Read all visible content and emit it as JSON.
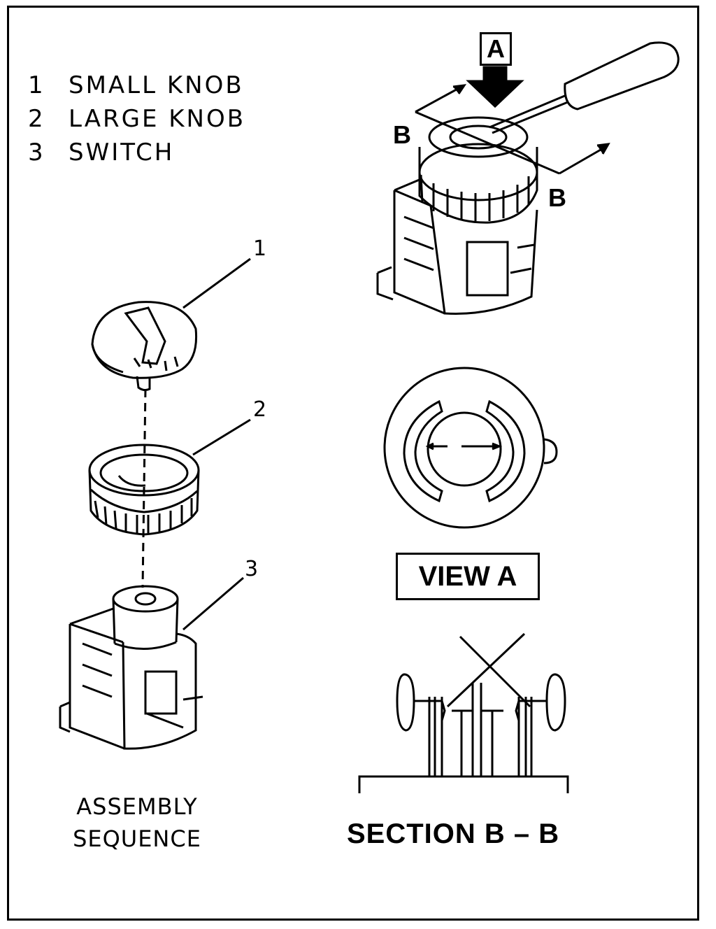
{
  "legend": {
    "items": [
      {
        "num": "1",
        "label": "SMALL KNOB"
      },
      {
        "num": "2",
        "label": "LARGE KNOB"
      },
      {
        "num": "3",
        "label": "SWITCH"
      }
    ]
  },
  "callouts": {
    "one": "1",
    "two": "2",
    "three": "3"
  },
  "assembly_caption": {
    "line1": "ASSEMBLY",
    "line2": "SEQUENCE"
  },
  "top_view": {
    "arrow_label": "A",
    "section_label_left": "B",
    "section_label_right": "B"
  },
  "view_a": {
    "label": "VIEW A"
  },
  "section": {
    "label": "SECTION B – B"
  }
}
